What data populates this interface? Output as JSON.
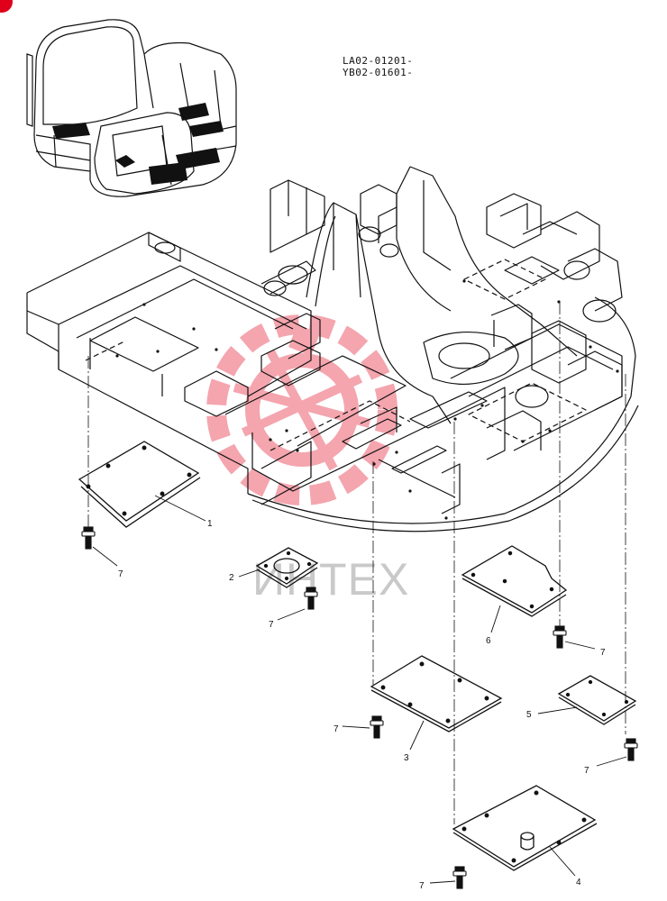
{
  "serial_numbers": [
    "LA02-01201-",
    "YB02-01601-"
  ],
  "callouts": [
    "1",
    "2",
    "3",
    "4",
    "5",
    "6",
    "7"
  ],
  "watermark": {
    "text": "ИНТЕХ",
    "color": "#e0001b"
  },
  "colors": {
    "line": "#111111",
    "watermark": "#f5b3b8",
    "corner_badge": "#e0001b"
  }
}
